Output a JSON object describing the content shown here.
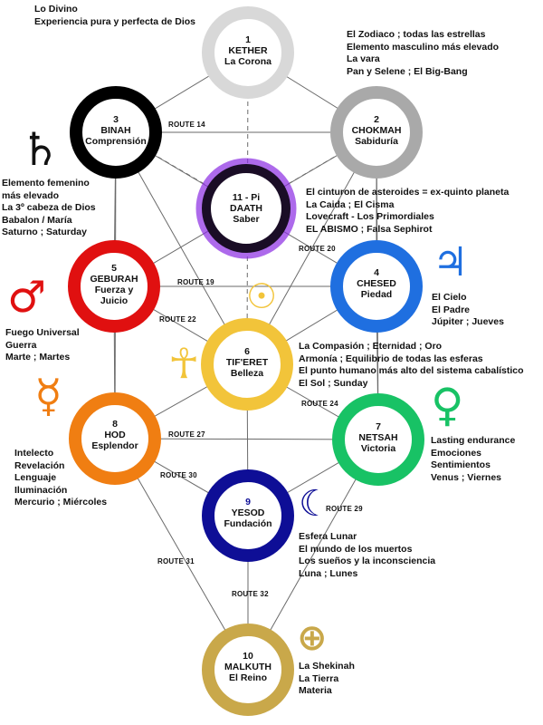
{
  "sephirot": [
    {
      "id": "kether",
      "num": "1",
      "name": "KETHER",
      "sub": "La Corona",
      "ring": "#d8d8d8"
    },
    {
      "id": "chokmah",
      "num": "2",
      "name": "CHOKMAH",
      "sub": "Sabiduría",
      "ring": "#a9a9a9"
    },
    {
      "id": "binah",
      "num": "3",
      "name": "BINAH",
      "sub": "Comprensión",
      "ring": "#000000"
    },
    {
      "id": "daath",
      "num": "11 - Pi",
      "name": "DAATH",
      "sub": "Saber",
      "ring": "#1a0d26"
    },
    {
      "id": "chesed",
      "num": "4",
      "name": "CHESED",
      "sub": "Piedad",
      "ring": "#1f6fe0"
    },
    {
      "id": "geburah",
      "num": "5",
      "name": "GEBURAH",
      "sub": "Fuerza y",
      "sub2": "Juicio",
      "ring": "#e01010"
    },
    {
      "id": "tiferet",
      "num": "6",
      "name": "TIF'ERET",
      "sub": "Belleza",
      "ring": "#f2c43a"
    },
    {
      "id": "netsah",
      "num": "7",
      "name": "NETSAH",
      "sub": "Victoria",
      "ring": "#18c265"
    },
    {
      "id": "hod",
      "num": "8",
      "name": "HOD",
      "sub": "Esplendor",
      "ring": "#f07e12"
    },
    {
      "id": "yesod",
      "num": "9",
      "name": "YESOD",
      "sub": "Fundación",
      "ring": "#0e0e96"
    },
    {
      "id": "malkuth",
      "num": "10",
      "name": "MALKUTH",
      "sub": "El Reino",
      "ring": "#c9a84a"
    }
  ],
  "routes": {
    "r14": "ROUTE 14",
    "r19": "ROUTE 19",
    "r20": "ROUTE 20",
    "r22": "ROUTE 22",
    "r24": "ROUTE 24",
    "r27": "ROUTE 27",
    "r29": "ROUTE 29",
    "r30": "ROUTE 30",
    "r31": "ROUTE 31",
    "r32": "ROUTE 32"
  },
  "annotations": {
    "divino": [
      "Lo Divino",
      "Experiencia pura y perfecta de Dios"
    ],
    "zodiaco": [
      "El Zodiaco ; todas las estrellas",
      "Elemento masculino más elevado",
      "La vara",
      "Pan y Selene ; El Big-Bang"
    ],
    "binah": [
      "Elemento femenino",
      " más elevado",
      "La 3º cabeza de Dios",
      "Babalon / María",
      "Saturno ; Saturday"
    ],
    "daath": [
      "El cinturon de asteroides = ex-quinto planeta",
      "La Caida ; El Cisma",
      "Lovecraft - Los Primordiales",
      "EL ABISMO ; Falsa Sephirot"
    ],
    "chesed": [
      "El Cielo",
      "El Padre",
      "Júpiter ; Jueves"
    ],
    "geburah": [
      "Fuego Universal",
      "Guerra",
      "Marte ; Martes"
    ],
    "tiferet": [
      "La Compasión ; Eternidad ; Oro",
      "Armonía ; Equilibrio de todas las esferas",
      "El punto humano más alto del sistema cabalístico",
      "El Sol ; Sunday"
    ],
    "netsah": [
      "Lasting endurance",
      "Emociones",
      "Sentimientos",
      "Venus ; Viernes"
    ],
    "hod": [
      "Intelecto",
      "Revelación",
      "Lenguaje",
      "Iluminación",
      "Mercurio ; Miércoles"
    ],
    "yesod": [
      "Esfera Lunar",
      "El mundo de los muertos",
      "Los sueños y la inconsciencia",
      "Luna ; Lunes"
    ],
    "malkuth": [
      "La Shekinah",
      "La Tierra",
      "Materia"
    ]
  },
  "symbols": {
    "saturn": "♄",
    "jupiter": "♃",
    "mars": "♂",
    "sun": "☉",
    "ankh": "☥",
    "mercury": "☿",
    "venus": "♀",
    "moon": "☾",
    "earth": "⊕"
  },
  "colors": {
    "saturn": "#111111",
    "jupiter": "#1f6fe0",
    "mars": "#e01010",
    "sun": "#f2c43a",
    "ankh": "#f2c43a",
    "mercury": "#f07e12",
    "venus": "#18c265",
    "moon": "#0e0e96",
    "earth": "#c9a84a",
    "daath_glow": "#8a2be2"
  }
}
